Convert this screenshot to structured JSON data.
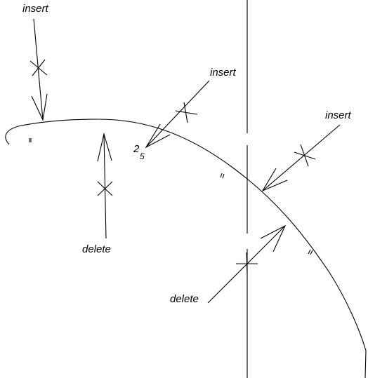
{
  "labels": {
    "insert_top_left": "insert",
    "insert_middle": "insert",
    "insert_right": "insert",
    "delete_left": "delete",
    "delete_bottom": "delete"
  },
  "annotation": {
    "main": "2",
    "subscript": "5"
  }
}
